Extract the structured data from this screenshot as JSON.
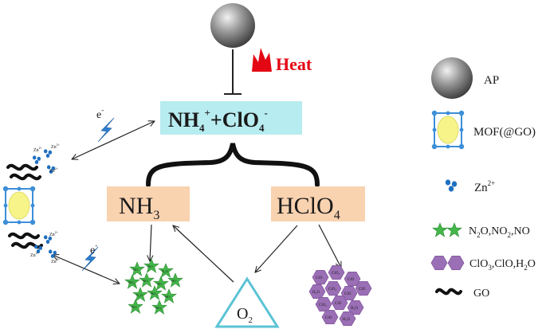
{
  "center": {
    "heat_label": "Heat",
    "ion_nh4": "NH",
    "ion_nh4_sub": "4",
    "ion_nh4_sup": "+",
    "ion_plus": "+ClO",
    "ion_clo4_sub": "4",
    "ion_clo4_sup": "-"
  },
  "products": {
    "nh3": "NH",
    "nh3_sub": "3",
    "hclo4": "HClO",
    "hclo4_sub": "4",
    "o2": "O",
    "o2_sub": "2"
  },
  "electron": {
    "label": "e",
    "sup": "-"
  },
  "zn_label": "Zn",
  "zn_sup": "2+",
  "cluster_green_labels": [
    "NO",
    "NO",
    "N₂O",
    "NO₂",
    "NO",
    "NO",
    "NO",
    "N₂O",
    "NO₂",
    "NO",
    "NO",
    "NO₂"
  ],
  "cluster_purple_labels": [
    "ClO",
    "ClO₃",
    "ClO",
    "H₂O",
    "ClO₃",
    "ClO",
    "ClO",
    "ClO₃",
    "ClO",
    "H₂O",
    "ClO",
    "H₂O"
  ],
  "legend": {
    "ap": "AP",
    "mof": "MOF(@GO)",
    "zn": "Zn",
    "zn_sup": "2+",
    "gases_parts": [
      "N",
      "2",
      "O,NO",
      "2",
      ",NO"
    ],
    "chlorine_parts": [
      "ClO",
      "3",
      ",ClO,H",
      "2",
      "O"
    ],
    "go": "GO"
  },
  "colors": {
    "ion_box": "#b7ecf0",
    "product_box": "#f9d2b0",
    "heat": "#e30613",
    "lightning": "#2f7fd0",
    "zn": "#1f6fc0",
    "star": "#43b649",
    "hexagon": "#9b6fb5",
    "triangle": "#5bc3d5",
    "mof_fill": "#f7f48a",
    "mof_node": "#3c8fd8"
  }
}
